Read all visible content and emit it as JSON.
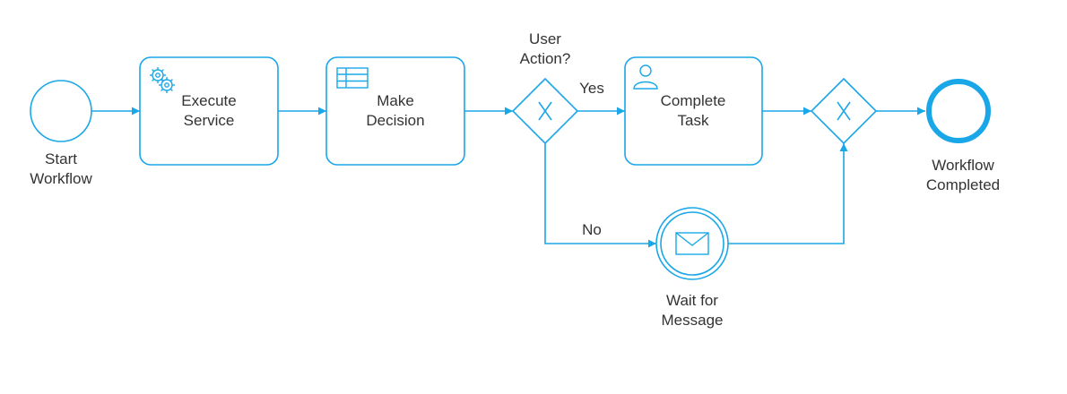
{
  "colors": {
    "accent": "#1aa7e8",
    "text": "#333333",
    "background": "#ffffff"
  },
  "events": {
    "start": {
      "label_line1": "Start",
      "label_line2": "Workflow"
    },
    "end": {
      "label_line1": "Workflow",
      "label_line2": "Completed"
    },
    "message": {
      "label_line1": "Wait for",
      "label_line2": "Message",
      "icon": "envelope-icon"
    }
  },
  "tasks": {
    "execute_service": {
      "label_line1": "Execute",
      "label_line2": "Service",
      "icon": "gears-icon"
    },
    "make_decision": {
      "label_line1": "Make",
      "label_line2": "Decision",
      "icon": "table-icon"
    },
    "complete_task": {
      "label_line1": "Complete",
      "label_line2": "Task",
      "icon": "user-icon"
    }
  },
  "gateways": {
    "user_action": {
      "label_line1": "User",
      "label_line2": "Action?",
      "marker": "X"
    },
    "merge": {
      "marker": "X"
    }
  },
  "flows": {
    "yes_label": "Yes",
    "no_label": "No"
  }
}
